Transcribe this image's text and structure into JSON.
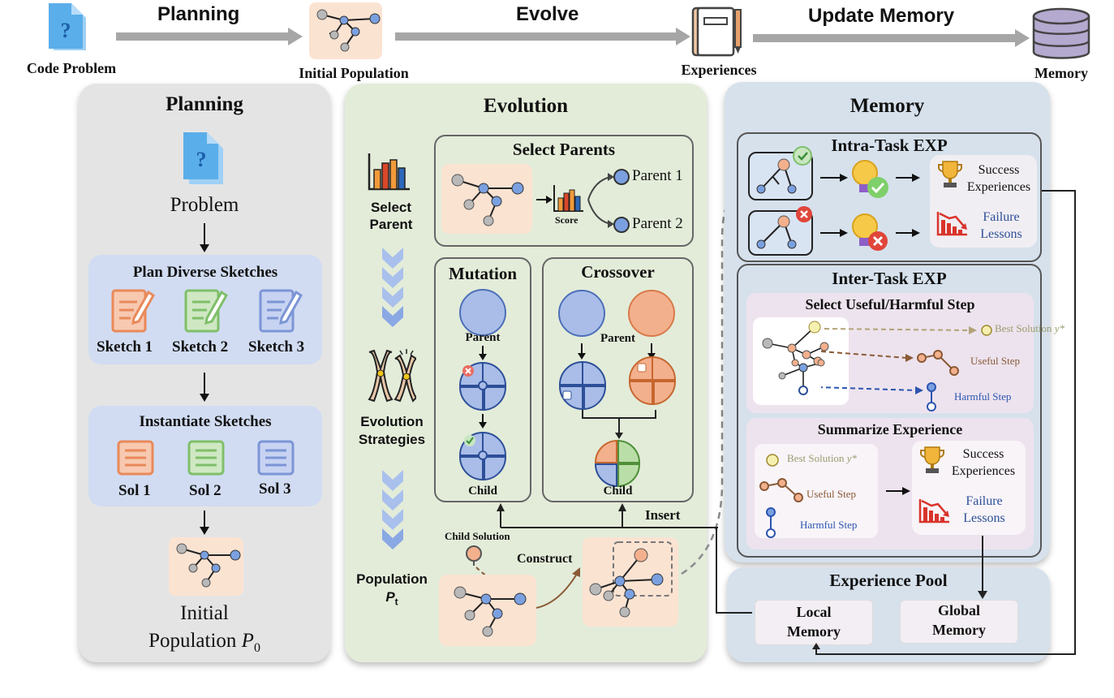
{
  "top": {
    "code_problem": "Code Problem",
    "planning": "Planning",
    "initial_population": "Initial Population",
    "evolve": "Evolve",
    "experiences": "Experiences",
    "update_memory": "Update Memory",
    "memory": "Memory"
  },
  "planning_panel": {
    "title": "Planning",
    "problem": "Problem",
    "sketch_box_title": "Plan Diverse Sketches",
    "sketches": [
      "Sketch 1",
      "Sketch 2",
      "Sketch 3"
    ],
    "instantiate_title": "Instantiate Sketches",
    "sols": [
      "Sol 1",
      "Sol 2",
      "Sol 3"
    ],
    "init_pop_line1": "Initial",
    "init_pop_line2": "Population",
    "p0": "P",
    "p0_sub": "0"
  },
  "evolution_panel": {
    "title": "Evolution",
    "select_parent_side": [
      "Select",
      "Parent"
    ],
    "evolution_strategies_side": [
      "Evolution",
      "Strategies"
    ],
    "population_side": "Population",
    "pt": "P",
    "pt_sub": "t",
    "select_parents_title": "Select Parents",
    "score": "Score",
    "parent1": "Parent 1",
    "parent2": "Parent 2",
    "mutation_title": "Mutation",
    "crossover_title": "Crossover",
    "parent_label": "Parent",
    "child_label": "Child",
    "insert": "Insert",
    "child_solution": "Child Solution",
    "construct": "Construct"
  },
  "memory_panel": {
    "title": "Memory",
    "intra_title": "Intra-Task EXP",
    "success_exp": [
      "Success",
      "Experiences"
    ],
    "failure_lessons": [
      "Failure",
      "Lessons"
    ],
    "inter_title": "Inter-Task EXP",
    "select_step_title": "Select Useful/Harmful Step",
    "best_solution": "Best Solution",
    "y_star": "y*",
    "useful_step": "Useful Step",
    "harmful_step": "Harmful Step",
    "summarize_title": "Summarize Experience",
    "pool_title": "Experience Pool",
    "local_memory": [
      "Local",
      "Memory"
    ],
    "global_memory": [
      "Global",
      "Memory"
    ]
  },
  "colors": {
    "planning_bg": "#e4e4e4",
    "evolution_bg": "#e3ecd9",
    "memory_bg": "#d6e1ec",
    "node_blue": "#7aa0e0",
    "node_orange": "#f3b08d",
    "node_grey": "#b9b9b9",
    "tile_peach": "#fbe3d2"
  }
}
